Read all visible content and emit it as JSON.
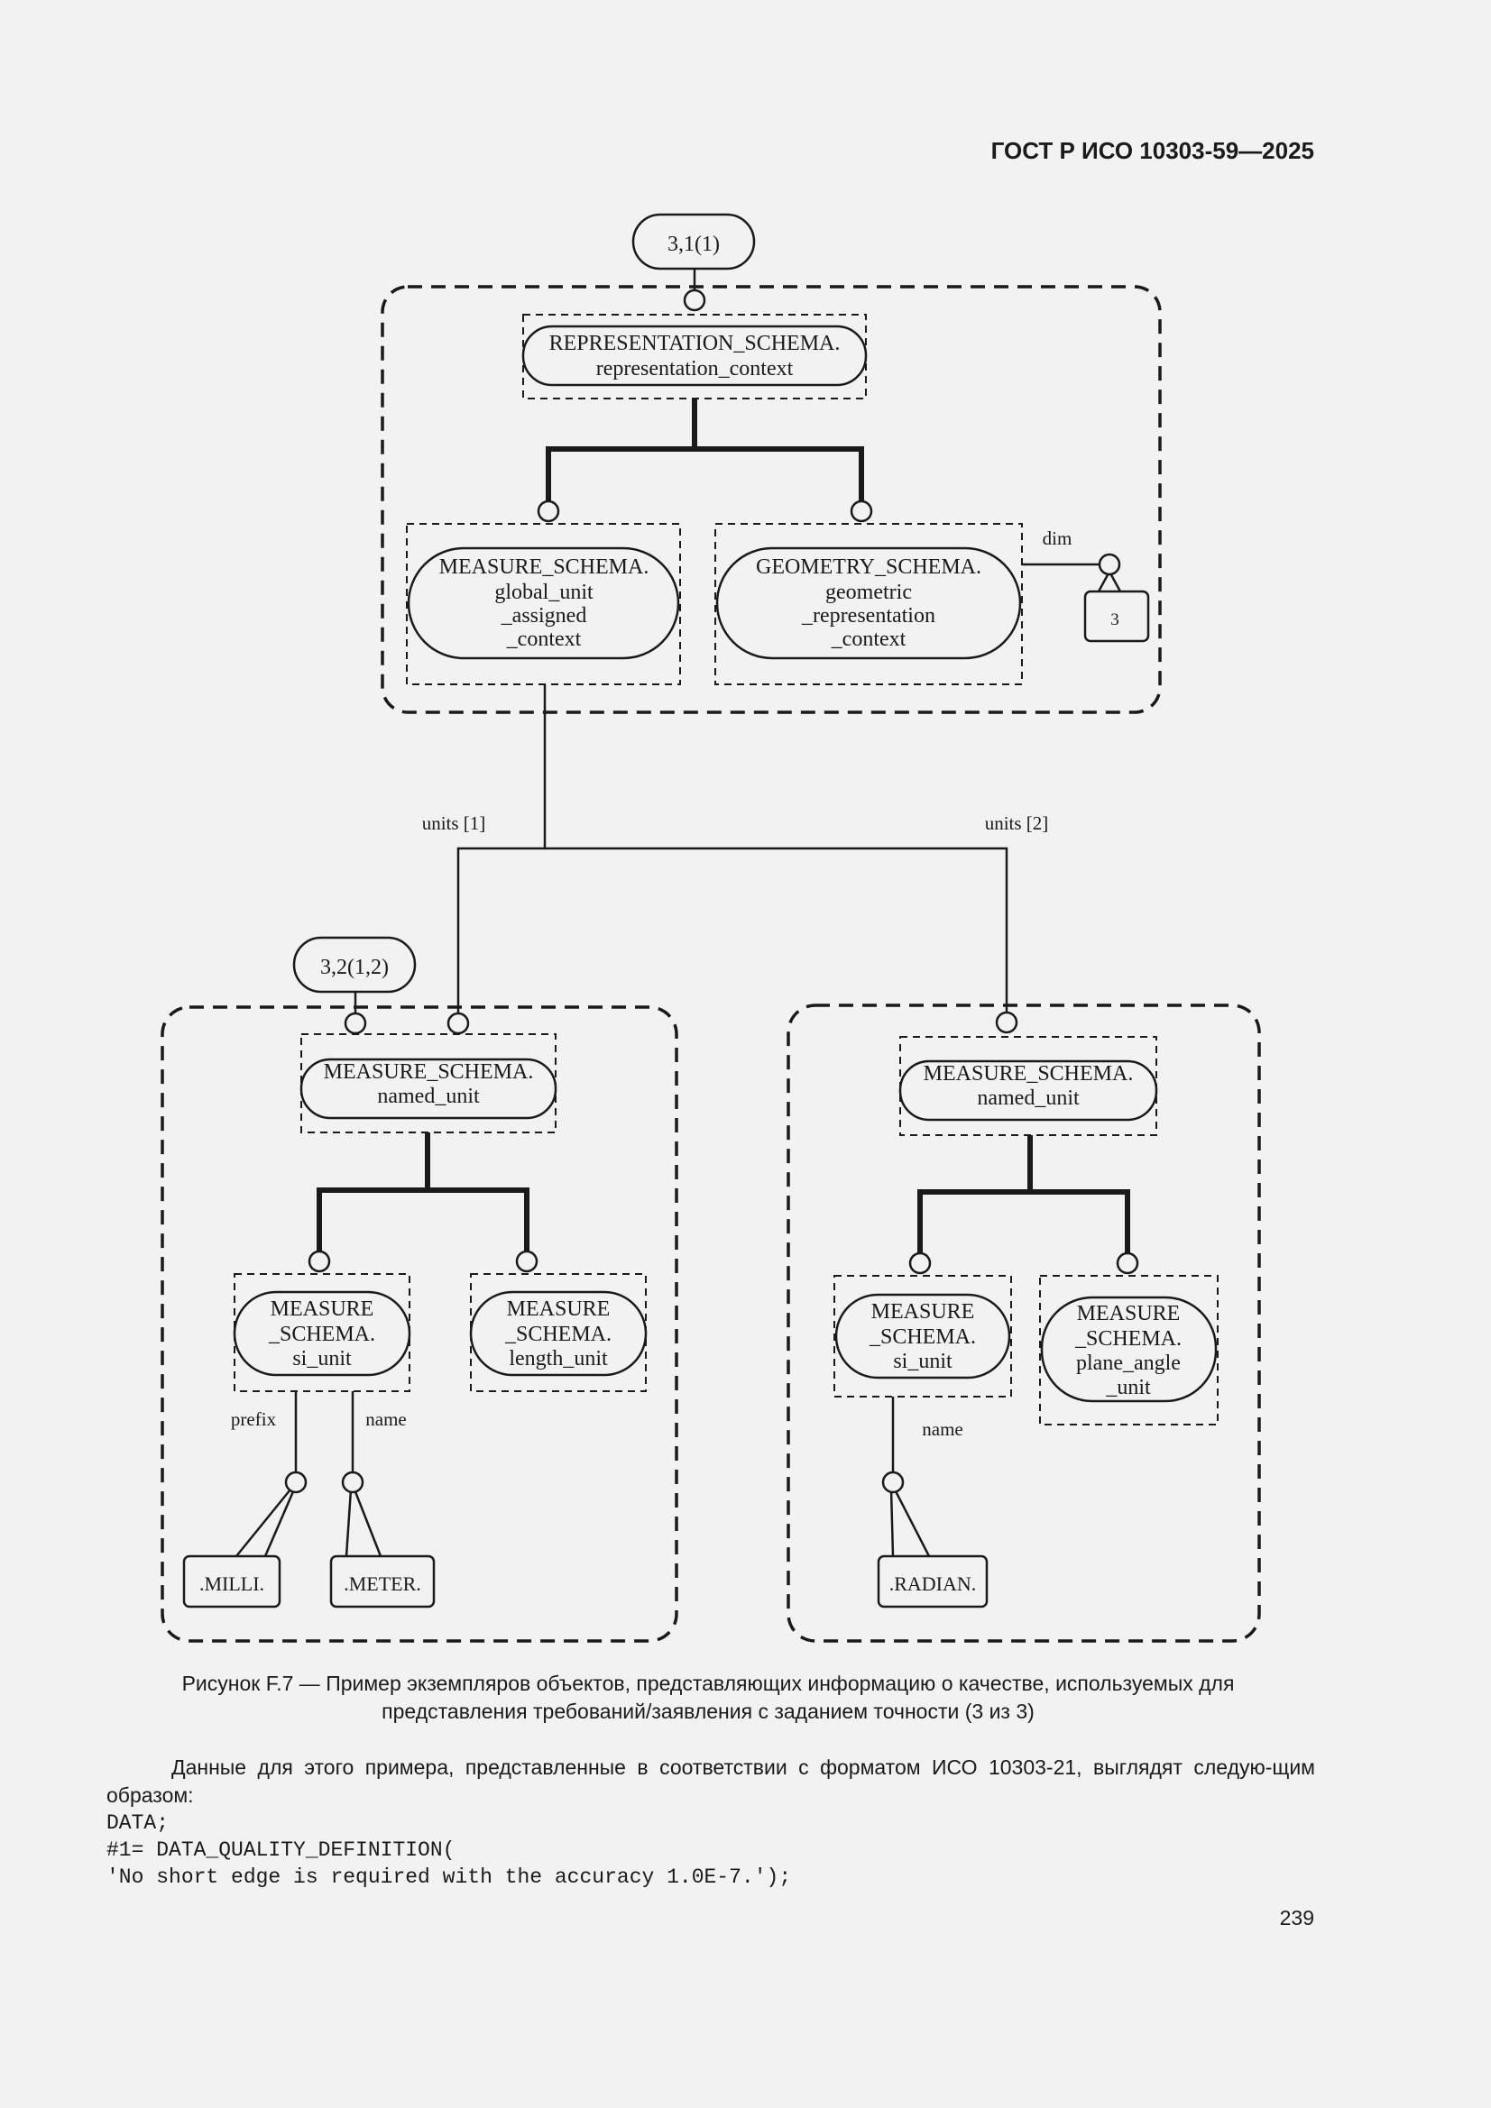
{
  "header": {
    "standard": "ГОСТ Р ИСО 10303-59—2025"
  },
  "diagram": {
    "page_ref_top": "3,1(1)",
    "page_ref_left": "3,2(1,2)",
    "top_group": {
      "root": {
        "line1": "REPRESENTATION_SCHEMA.",
        "line2": "representation_context"
      },
      "left": {
        "lines": [
          "MEASURE_SCHEMA.",
          "global_unit",
          "_assigned",
          "_context"
        ]
      },
      "right": {
        "lines": [
          "GEOMETRY_SCHEMA.",
          "geometric",
          "_representation",
          "_context"
        ]
      },
      "dim_label": "dim",
      "dim_value": "3"
    },
    "units1_label": "units [1]",
    "units2_label": "units [2]",
    "left_group": {
      "root": {
        "line1": "MEASURE_SCHEMA.",
        "line2": "named_unit"
      },
      "child1": {
        "lines": [
          "MEASURE",
          "_SCHEMA.",
          "si_unit"
        ]
      },
      "child2": {
        "lines": [
          "MEASURE",
          "_SCHEMA.",
          "length_unit"
        ]
      },
      "prefix_label": "prefix",
      "name_label": "name",
      "prefix_value": ".MILLI.",
      "name_value": ".METER."
    },
    "right_group": {
      "root": {
        "line1": "MEASURE_SCHEMA.",
        "line2": "named_unit"
      },
      "child1": {
        "lines": [
          "MEASURE",
          "_SCHEMA.",
          "si_unit"
        ]
      },
      "child2": {
        "lines": [
          "MEASURE",
          "_SCHEMA.",
          "plane_angle",
          "_unit"
        ]
      },
      "name_label": "name",
      "name_value": ".RADIAN."
    }
  },
  "caption": {
    "line1": "Рисунок F.7 — Пример экземпляров объектов, представляющих информацию о качестве, используемых для",
    "line2": "представления требований/заявления с заданием точности (3 из 3)"
  },
  "body": {
    "paragraph": "Данные для этого примера, представленные в соответствии с форматом ИСО 10303-21, выглядят следую-щим образом:",
    "code": [
      "DATA;",
      "#1= DATA_QUALITY_DEFINITION(",
      "'No short edge is required with the accuracy 1.0E-7.');"
    ]
  },
  "page_number": "239"
}
